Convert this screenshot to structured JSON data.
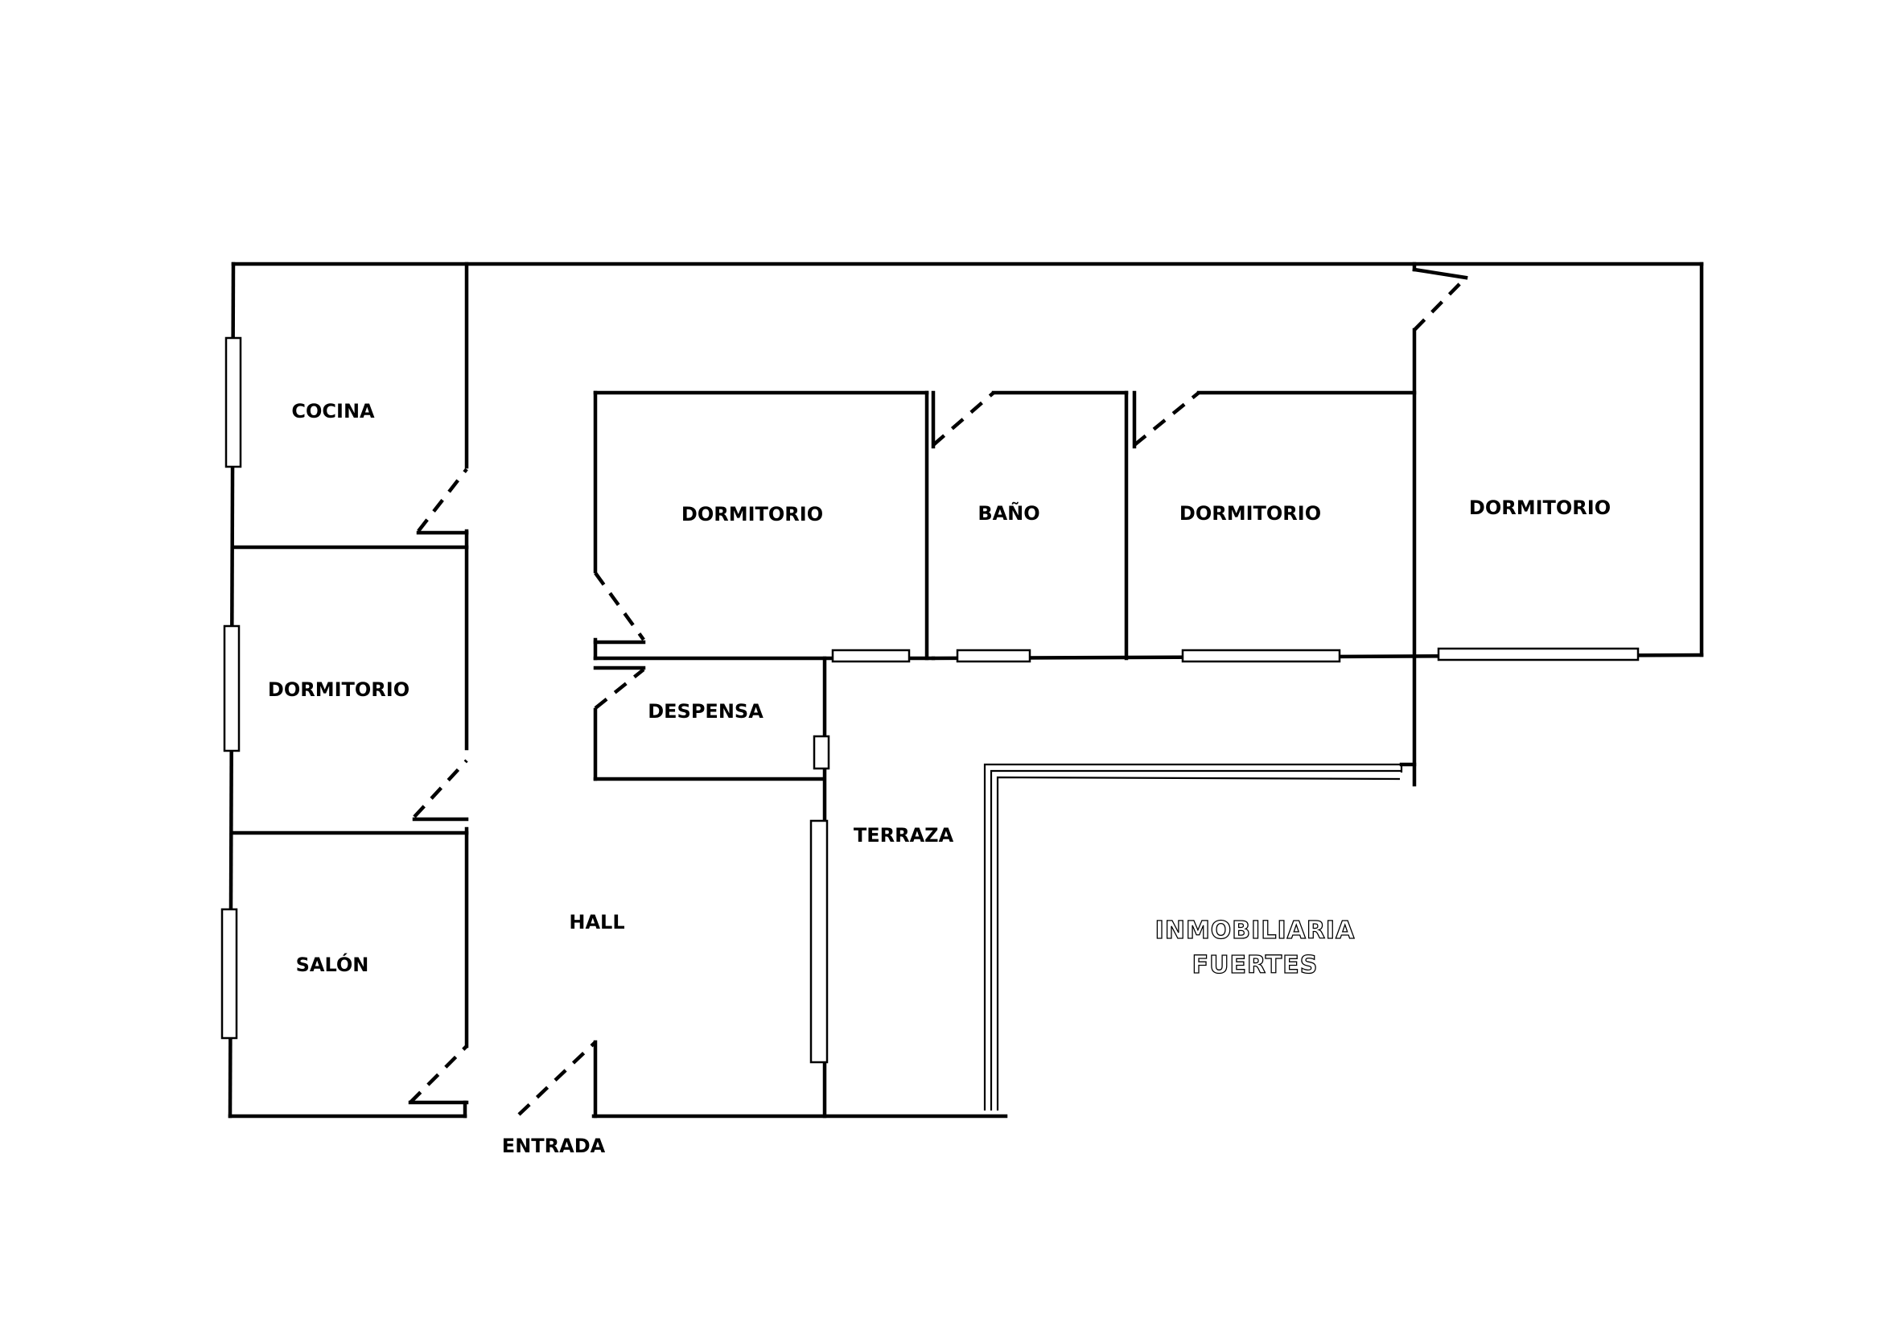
{
  "plan": {
    "rooms": {
      "cocina": "COCINA",
      "dormitorio_1": "DORMITORIO",
      "salon": "SALÓN",
      "dormitorio_2": "DORMITORIO",
      "bano": "BAÑO",
      "dormitorio_3": "DORMITORIO",
      "dormitorio_4": "DORMITORIO",
      "despensa": "DESPENSA",
      "terraza": "TERRAZA",
      "hall": "HALL",
      "entrada": "ENTRADA"
    },
    "watermark": {
      "line1": "INMOBILIARIA",
      "line2": "FUERTES"
    }
  }
}
